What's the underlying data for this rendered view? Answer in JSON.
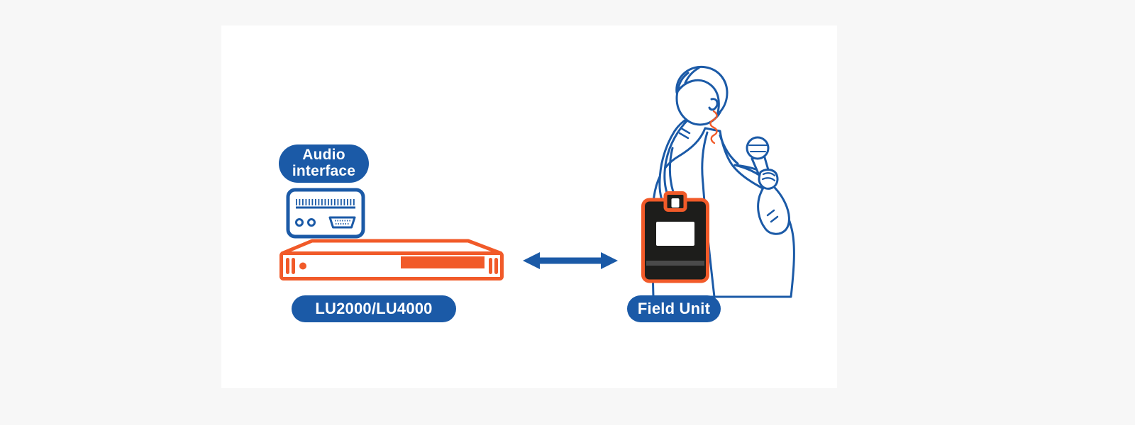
{
  "colors": {
    "page_background": "#f7f7f7",
    "canvas": "#ffffff",
    "blue": "#1b5aa7",
    "orange": "#f15a29",
    "device_black": "#1d1d1b",
    "badge_text": "#ffffff"
  },
  "badges": {
    "audio_interface": {
      "line1": "Audio",
      "line2": "interface"
    },
    "rack": "LU2000/LU4000",
    "field_unit": "Field Unit"
  },
  "icons": {
    "audio_interface": "audio-interface-icon",
    "rack_unit": "rack-unit-icon",
    "bidirectional_arrow": "bidirectional-arrow-icon",
    "field_unit_device": "field-unit-device-icon",
    "presenter": "presenter-with-microphone-illustration"
  }
}
